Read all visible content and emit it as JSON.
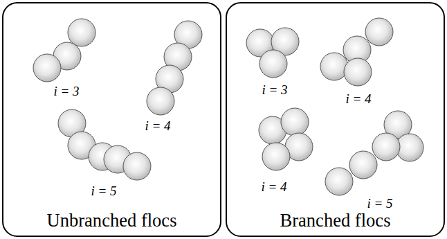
{
  "diagram": {
    "nodes": [
      {
        "text": [
          "Unbranched flocs"
        ]
      },
      {
        "text": [
          "Branched flocs"
        ]
      }
    ],
    "labels": [
      "i = 3",
      "i = 4",
      "i = 5",
      "i = 3",
      "i = 4",
      "i = 4",
      "i = 5"
    ]
  }
}
